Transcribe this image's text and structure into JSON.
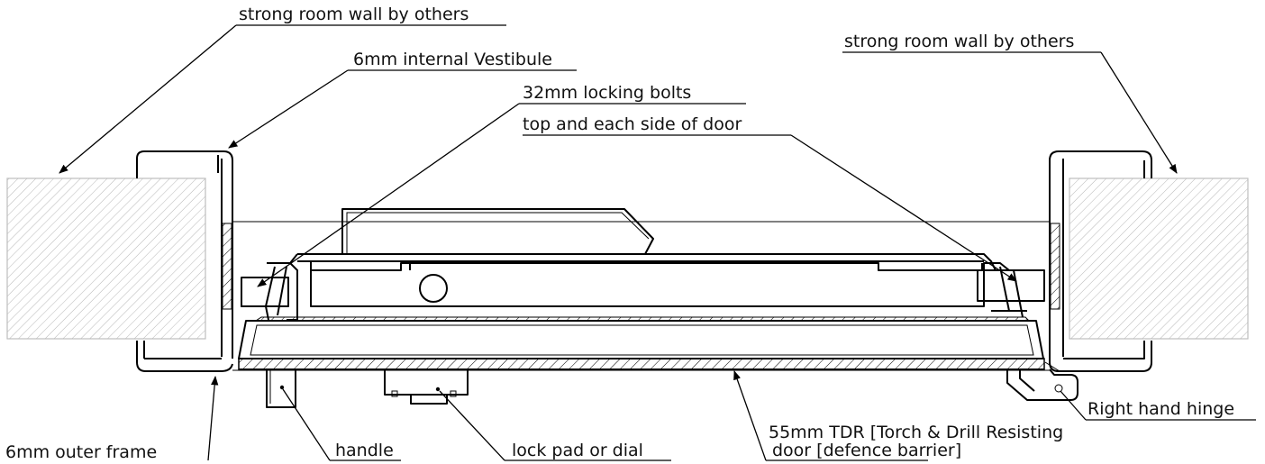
{
  "labels": {
    "wall_left": "strong room wall by others",
    "vestibule": "6mm internal Vestibule",
    "bolts_line1": "32mm  locking bolts",
    "bolts_line2": "top and each side of door",
    "wall_right": "strong room wall by others",
    "outer_frame": "6mm outer frame",
    "handle": "handle",
    "lock_pad": "lock pad or dial",
    "tdr_line1": "55mm TDR [Torch & Drill Resisting",
    "tdr_line2": "door [defence barrier]",
    "hinge": "Right hand hinge"
  }
}
